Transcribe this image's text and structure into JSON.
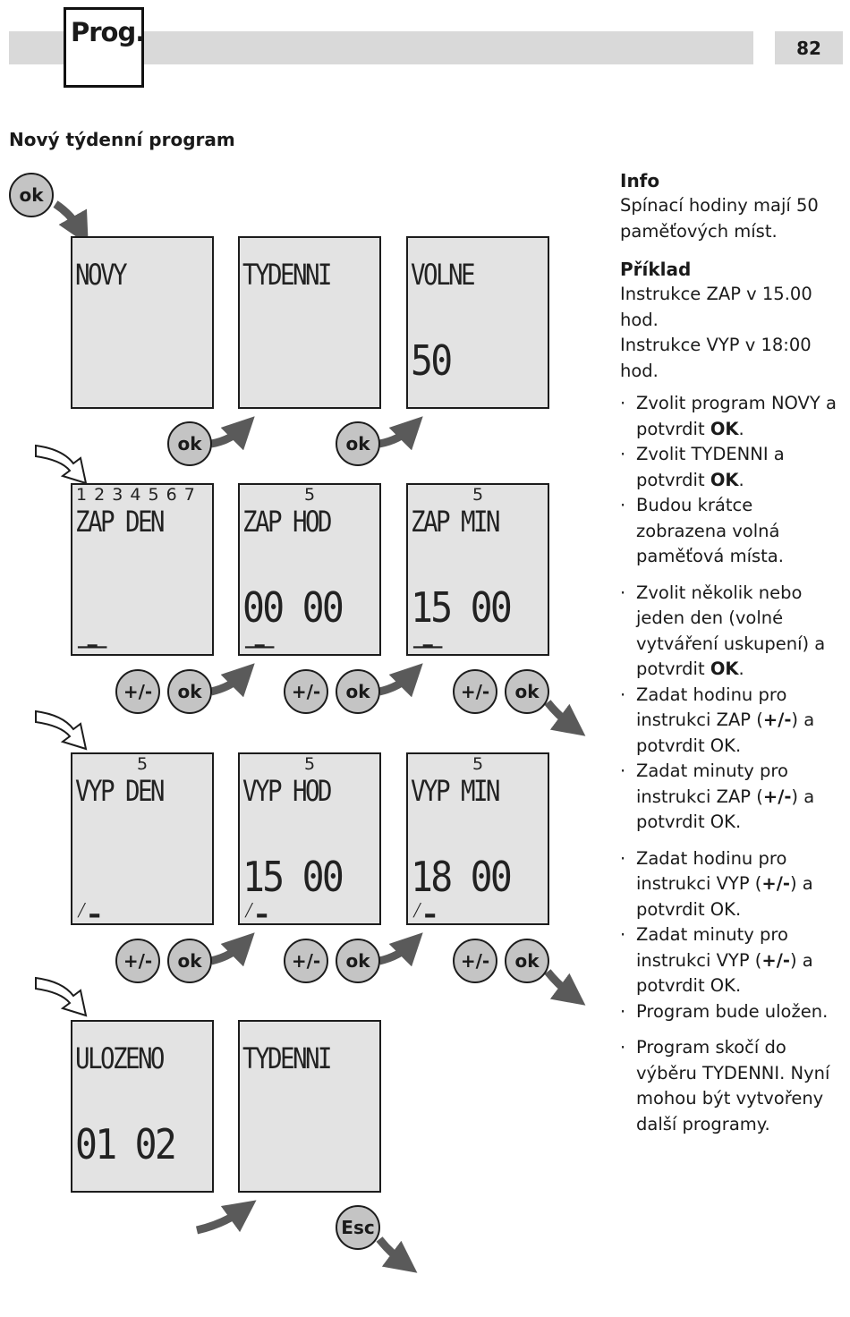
{
  "header": {
    "section_label": "Prog.",
    "page_number": "82"
  },
  "section_title": "Nový týdenní program",
  "buttons": {
    "ok": "ok",
    "plusminus": "+/-",
    "esc": "Esc"
  },
  "displays": [
    {
      "top": "",
      "line1": "NOVY",
      "line2": "",
      "symbol": ""
    },
    {
      "top": "",
      "line1": "TYDENNI",
      "line2": "",
      "symbol": ""
    },
    {
      "top": "",
      "line1": "VOLNE",
      "line2": "50",
      "symbol": ""
    },
    {
      "top": "1 2 3 4 5 6 7",
      "line1": "ZAP DEN",
      "line2": "",
      "symbol": "▁▂▁"
    },
    {
      "top": "5",
      "line1": "ZAP HOD",
      "line2": "00 00",
      "symbol": "▁▂▁"
    },
    {
      "top": "5",
      "line1": "ZAP MIN",
      "line2": "15 00",
      "symbol": "▁▂▁"
    },
    {
      "top": "5",
      "line1": "VYP DEN",
      "line2": "",
      "symbol": "╱ ▂"
    },
    {
      "top": "5",
      "line1": "VYP HOD",
      "line2": "15 00",
      "symbol": "╱ ▂"
    },
    {
      "top": "5",
      "line1": "VYP MIN",
      "line2": "18 00",
      "symbol": "╱ ▂"
    },
    {
      "top": "",
      "line1": "ULOZENO",
      "line2": "01 02",
      "symbol": ""
    },
    {
      "top": "",
      "line1": "TYDENNI",
      "line2": "",
      "symbol": ""
    }
  ],
  "info": {
    "heading": "Info",
    "text": "Spínací hodiny mají 50 paměťových míst.",
    "example_heading": "Příklad",
    "example_lines": [
      "Instrukce ZAP v 15.00 hod.",
      "Instrukce VYP v 18:00 hod."
    ],
    "groups": [
      [
        {
          "pre": "Zvolit program NOVY a potvrdit ",
          "bold": "OK",
          "post": "."
        },
        {
          "pre": "Zvolit TYDENNI a potvrdit ",
          "bold": "OK",
          "post": "."
        },
        {
          "pre": "Budou krátce zobrazena volná paměťová místa.",
          "bold": "",
          "post": ""
        }
      ],
      [
        {
          "pre": "Zvolit několik nebo jeden den (volné vytváření uskupení) a potvrdit ",
          "bold": "OK",
          "post": "."
        },
        {
          "pre": "Zadat hodinu pro instrukci ZAP (",
          "bold": "+/-",
          "post": ") a potvrdit OK."
        },
        {
          "pre": "Zadat minuty pro instrukci ZAP (",
          "bold": "+/-",
          "post": ") a potvrdit OK."
        }
      ],
      [
        {
          "pre": "Zadat hodinu pro instrukci VYP (",
          "bold": "+/-",
          "post": ") a potvrdit OK."
        },
        {
          "pre": "Zadat minuty pro instrukci VYP (",
          "bold": "+/-",
          "post": ") a potvrdit OK."
        },
        {
          "pre": "Program bude uložen.",
          "bold": "",
          "post": ""
        }
      ],
      [
        {
          "pre": "Program skočí do výběru TYDENNI. Nyní mohou být vytvořeny další programy.",
          "bold": "",
          "post": ""
        }
      ]
    ]
  }
}
